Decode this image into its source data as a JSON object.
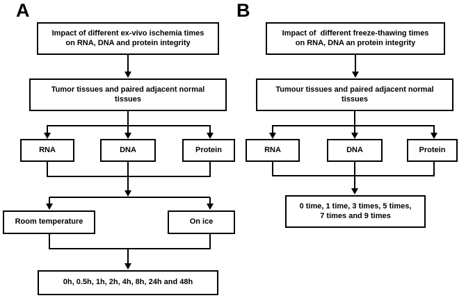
{
  "colors": {
    "background": "#ffffff",
    "line": "#000000",
    "text": "#000000"
  },
  "panels": [
    {
      "label": "A",
      "boxes": {
        "title": "Impact of different ex-vivo ischemia times\non RNA, DNA and protein integrity",
        "tissues": "Tumor tissues and paired adjacent normal\ntissues",
        "rna": "RNA",
        "dna": "DNA",
        "protein": "Protein",
        "condition_left": "Room temperature",
        "condition_right": "On ice",
        "timepoints": "0h, 0.5h, 1h, 2h, 4h, 8h, 24h and 48h"
      }
    },
    {
      "label": "B",
      "boxes": {
        "title": "Impact of  different freeze-thawing times\non RNA, DNA an protein integrity",
        "tissues": "Tumour tissues and paired adjacent normal\ntissues",
        "rna": "RNA",
        "dna": "DNA",
        "protein": "Protein",
        "timepoints": "0 time, 1 time, 3 times, 5 times,\n7 times and 9 times"
      }
    }
  ]
}
